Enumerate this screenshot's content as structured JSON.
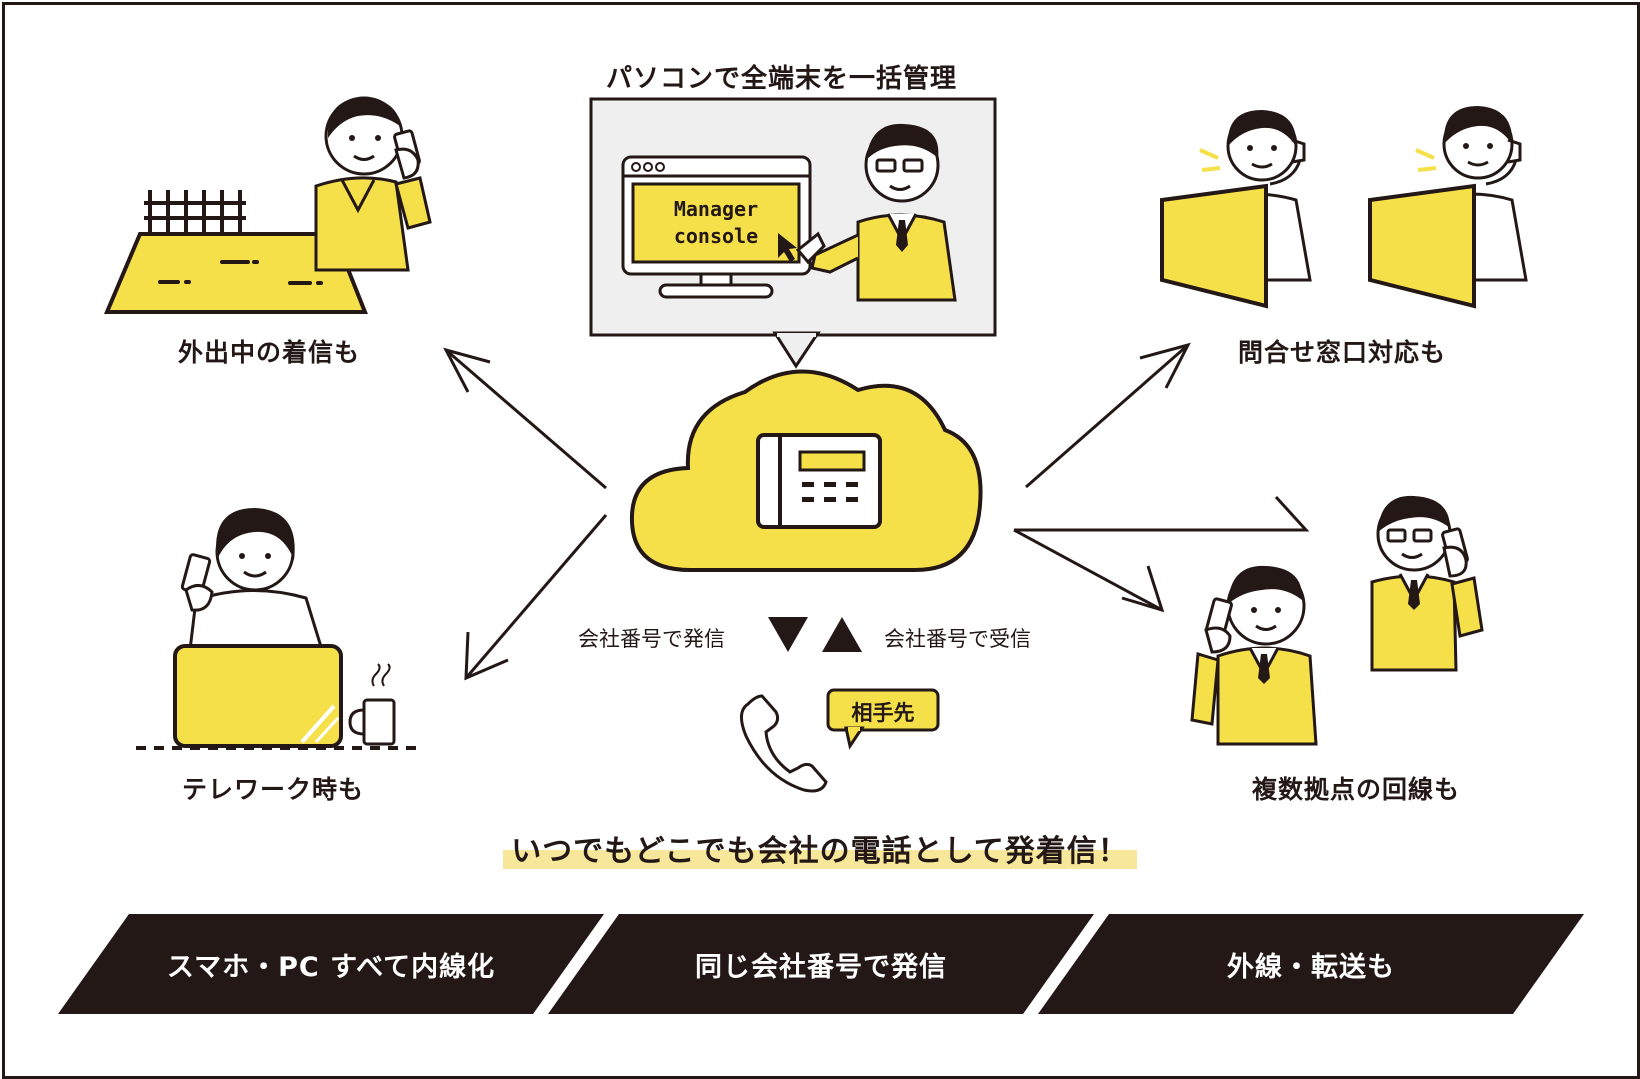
{
  "center": {
    "title": "パソコンで全端末を一括管理",
    "console_label_line1": "Manager",
    "console_label_line2": "console"
  },
  "scenes": {
    "outside": "外出中の着信も",
    "inquiry": "問合せ窓口対応も",
    "telework": "テレワーク時も",
    "multisite": "複数拠点の回線も"
  },
  "calls": {
    "outgoing": "会社番号で発信",
    "incoming": "会社番号で受信",
    "partner": "相手先"
  },
  "tagline": "いつでもどこでも会社の電話として発着信！",
  "features": [
    "スマホ・PC すべて内線化",
    "同じ会社番号で発信",
    "外線・転送も"
  ],
  "colors": {
    "accent_yellow": "#f5e04a",
    "ink": "#231815",
    "panel_gray": "#efefef",
    "highlight": "#f7e79a"
  }
}
